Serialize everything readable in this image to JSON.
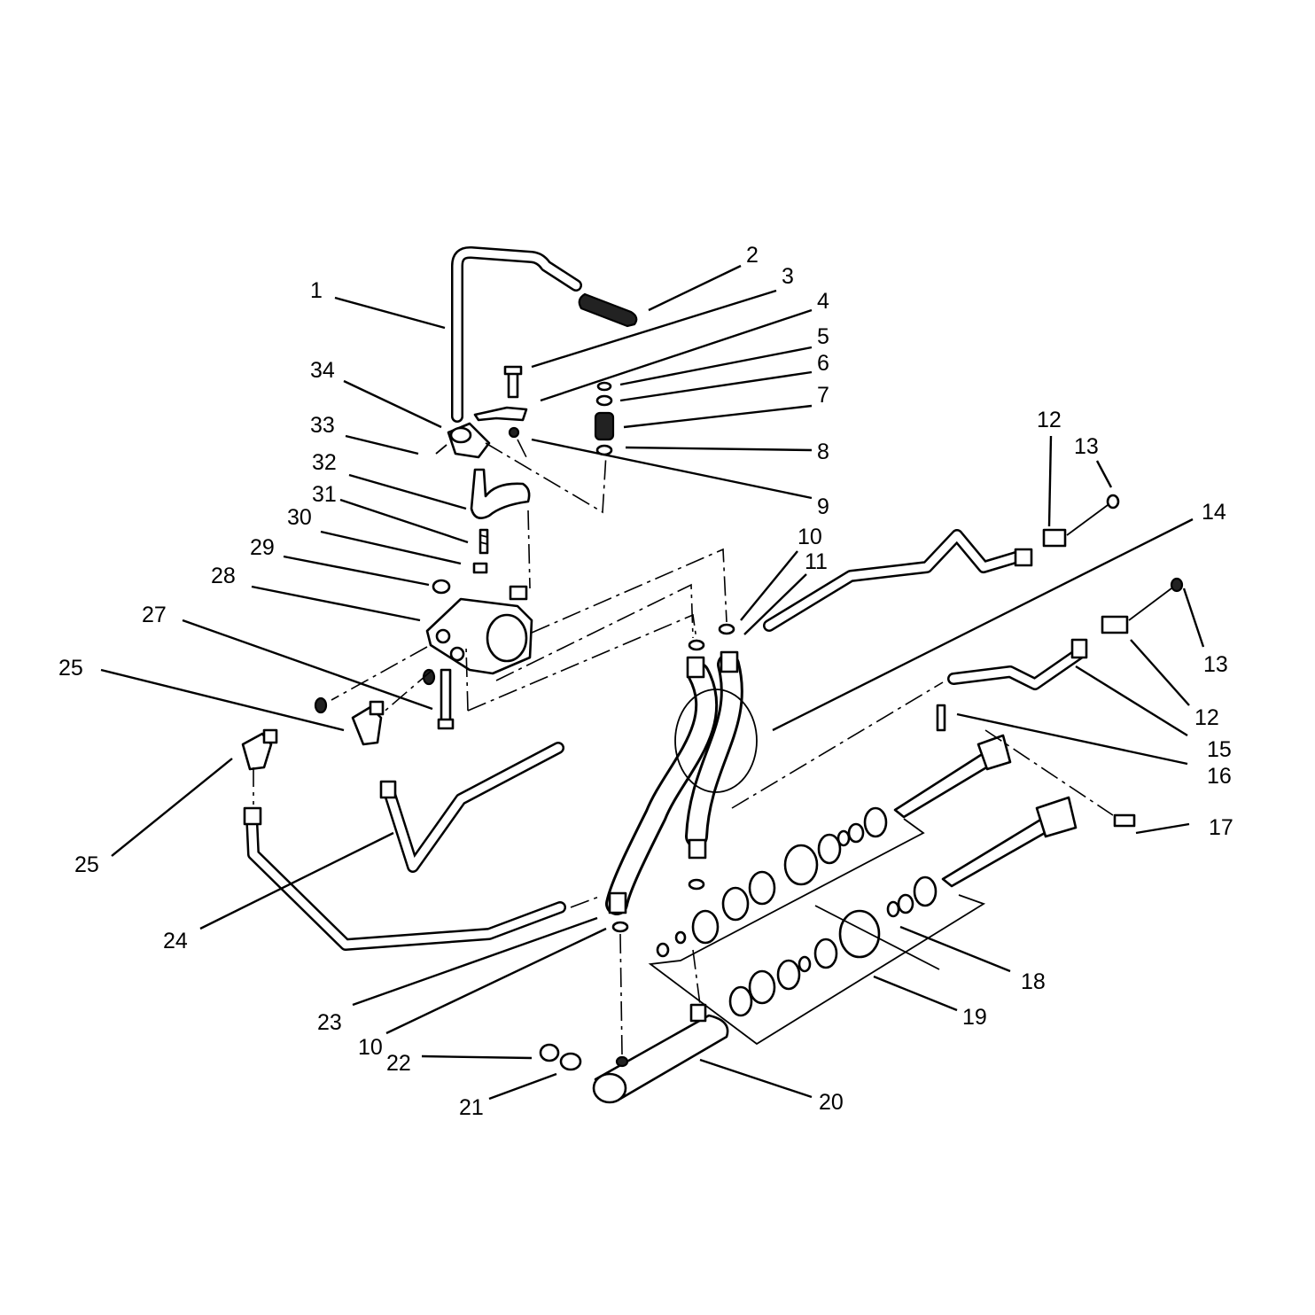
{
  "callouts": [
    {
      "id": "c1",
      "label": "1"
    },
    {
      "id": "c2",
      "label": "2"
    },
    {
      "id": "c3",
      "label": "3"
    },
    {
      "id": "c4",
      "label": "4"
    },
    {
      "id": "c5",
      "label": "5"
    },
    {
      "id": "c6",
      "label": "6"
    },
    {
      "id": "c7",
      "label": "7"
    },
    {
      "id": "c8",
      "label": "8"
    },
    {
      "id": "c9",
      "label": "9"
    },
    {
      "id": "c10a",
      "label": "10"
    },
    {
      "id": "c11",
      "label": "11"
    },
    {
      "id": "c12a",
      "label": "12"
    },
    {
      "id": "c13a",
      "label": "13"
    },
    {
      "id": "c14",
      "label": "14"
    },
    {
      "id": "c13b",
      "label": "13"
    },
    {
      "id": "c12b",
      "label": "12"
    },
    {
      "id": "c15",
      "label": "15"
    },
    {
      "id": "c16",
      "label": "16"
    },
    {
      "id": "c17",
      "label": "17"
    },
    {
      "id": "c18",
      "label": "18"
    },
    {
      "id": "c19",
      "label": "19"
    },
    {
      "id": "c20",
      "label": "20"
    },
    {
      "id": "c21",
      "label": "21"
    },
    {
      "id": "c22",
      "label": "22"
    },
    {
      "id": "c10b",
      "label": "10"
    },
    {
      "id": "c23",
      "label": "23"
    },
    {
      "id": "c24",
      "label": "24"
    },
    {
      "id": "c25a",
      "label": "25"
    },
    {
      "id": "c25b",
      "label": "25"
    },
    {
      "id": "c27",
      "label": "27"
    },
    {
      "id": "c28",
      "label": "28"
    },
    {
      "id": "c29",
      "label": "29"
    },
    {
      "id": "c30",
      "label": "30"
    },
    {
      "id": "c31",
      "label": "31"
    },
    {
      "id": "c32",
      "label": "32"
    },
    {
      "id": "c33",
      "label": "33"
    },
    {
      "id": "c34",
      "label": "34"
    }
  ]
}
